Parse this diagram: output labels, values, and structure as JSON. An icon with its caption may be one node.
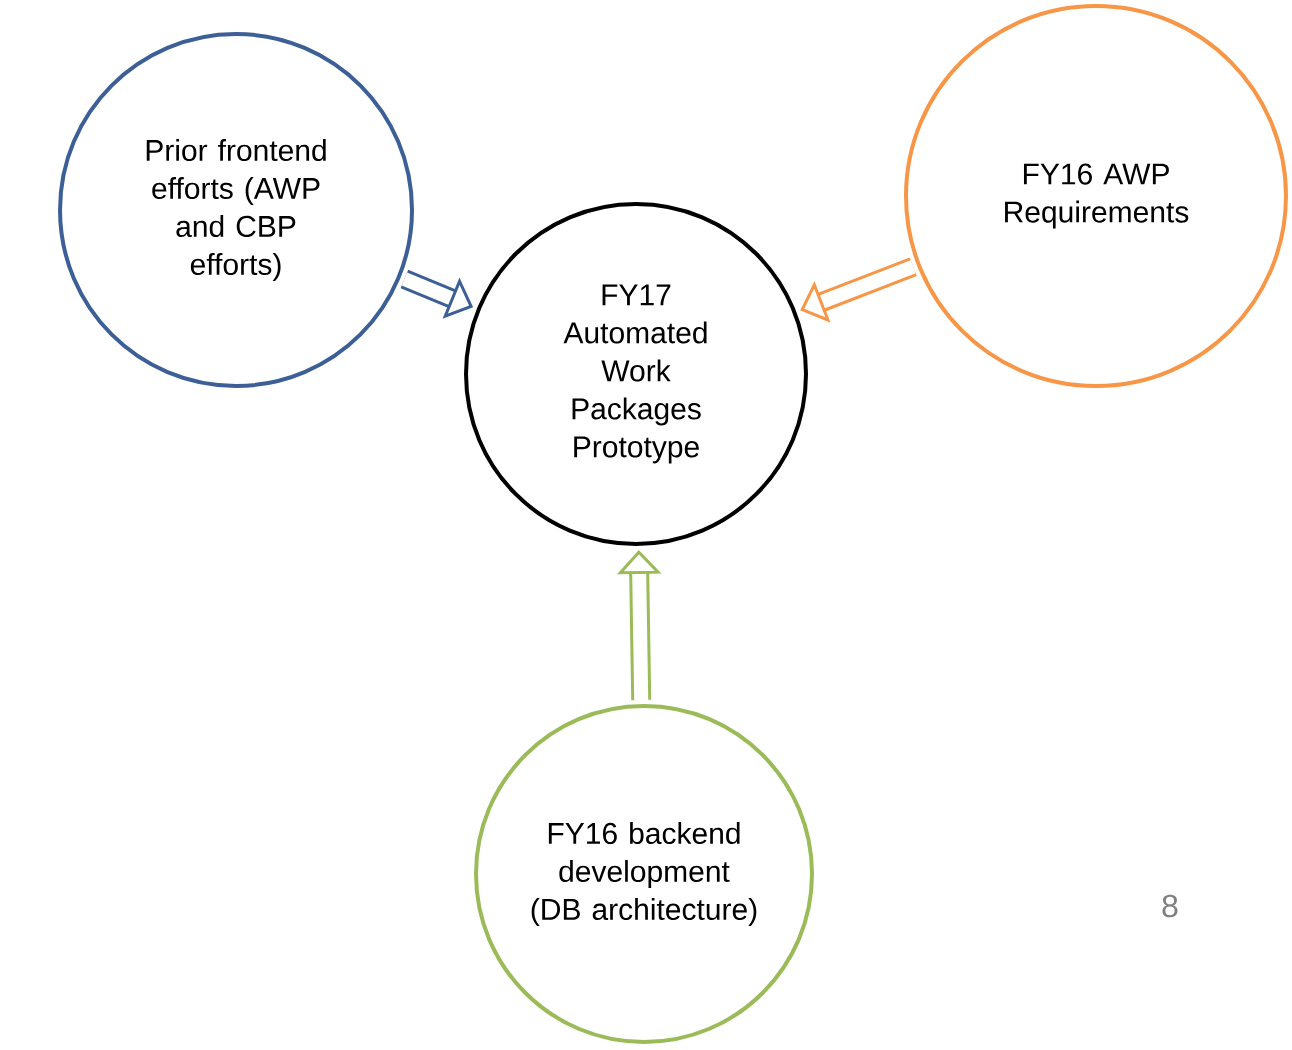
{
  "diagram": {
    "nodes": [
      {
        "text": [
          "FY17 Automated Work Packages Prototype"
        ]
      },
      {
        "text": [
          "Prior frontend efforts (AWP and CBP efforts)"
        ]
      },
      {
        "text": [
          "FY16 AWP Requirements"
        ]
      },
      {
        "text": [
          "FY16 backend development (DB architecture)"
        ]
      }
    ],
    "edges": [
      {
        "from": 1,
        "to": 0,
        "arrow": "to",
        "color": "#3c5f96"
      },
      {
        "from": 2,
        "to": 0,
        "arrow": "to",
        "color": "#f79646"
      },
      {
        "from": 3,
        "to": 0,
        "arrow": "to",
        "color": "#9bbb59"
      }
    ],
    "labels": [
      "8"
    ]
  }
}
